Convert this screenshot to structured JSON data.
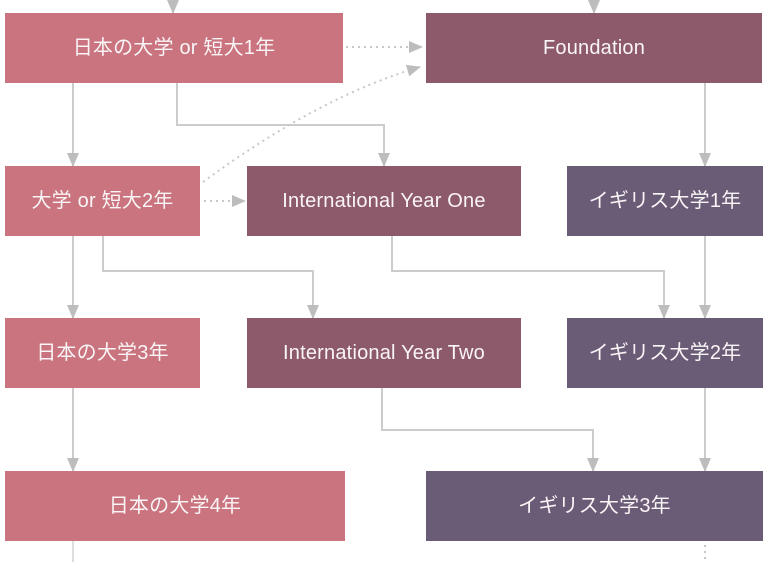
{
  "diagram": {
    "title": "Japan-to-UK university pathway flowchart",
    "nodes": {
      "jp_univ_1": {
        "label": "日本の大学 or 短大1年",
        "color": "pink"
      },
      "foundation": {
        "label": "Foundation",
        "color": "mauve"
      },
      "jp_univ_2": {
        "label": "大学 or 短大2年",
        "color": "pink"
      },
      "intl_year_one": {
        "label": "International Year One",
        "color": "mauve"
      },
      "uk_univ_1": {
        "label": "イギリス大学1年",
        "color": "purple"
      },
      "jp_univ_3": {
        "label": "日本の大学3年",
        "color": "pink"
      },
      "intl_year_two": {
        "label": "International Year Two",
        "color": "mauve"
      },
      "uk_univ_2": {
        "label": "イギリス大学2年",
        "color": "purple"
      },
      "jp_univ_4": {
        "label": "日本の大学4年",
        "color": "pink"
      },
      "uk_univ_3": {
        "label": "イギリス大学3年",
        "color": "purple"
      }
    },
    "edges": [
      {
        "from": "offscreen-top-left",
        "to": "jp_univ_1",
        "style": "solid-arrow"
      },
      {
        "from": "offscreen-top-right",
        "to": "foundation",
        "style": "solid-arrow"
      },
      {
        "from": "jp_univ_1",
        "to": "jp_univ_2",
        "style": "solid-arrow"
      },
      {
        "from": "jp_univ_1",
        "to": "intl_year_one",
        "style": "solid-arrow-elbow"
      },
      {
        "from": "jp_univ_1",
        "to": "foundation",
        "style": "dotted-arrow"
      },
      {
        "from": "jp_univ_2",
        "to": "foundation",
        "style": "dotted-arrow-curved"
      },
      {
        "from": "jp_univ_2",
        "to": "intl_year_one",
        "style": "dotted-arrow"
      },
      {
        "from": "foundation",
        "to": "uk_univ_1",
        "style": "solid-arrow"
      },
      {
        "from": "jp_univ_2",
        "to": "jp_univ_3",
        "style": "solid-arrow"
      },
      {
        "from": "jp_univ_2",
        "to": "intl_year_two",
        "style": "solid-arrow-elbow"
      },
      {
        "from": "intl_year_one",
        "to": "uk_univ_2",
        "style": "solid-arrow-elbow"
      },
      {
        "from": "uk_univ_1",
        "to": "uk_univ_2",
        "style": "solid-arrow"
      },
      {
        "from": "jp_univ_3",
        "to": "jp_univ_4",
        "style": "solid-arrow"
      },
      {
        "from": "intl_year_two",
        "to": "uk_univ_3",
        "style": "solid-arrow-elbow"
      },
      {
        "from": "uk_univ_2",
        "to": "uk_univ_3",
        "style": "solid-arrow"
      },
      {
        "from": "jp_univ_4",
        "to": "offscreen-bottom-left",
        "style": "solid-line"
      },
      {
        "from": "uk_univ_3",
        "to": "offscreen-bottom-right",
        "style": "dotted-line"
      }
    ]
  },
  "colors": {
    "pink": "#c9747e",
    "mauve": "#8d5a6c",
    "purple": "#6a5c77",
    "line": "#cccccc",
    "arrow": "#bdbdbd",
    "dotted": "#c8c8c8",
    "tail": "#dedede",
    "text": "#faf5f6",
    "background": "#ffffff"
  }
}
